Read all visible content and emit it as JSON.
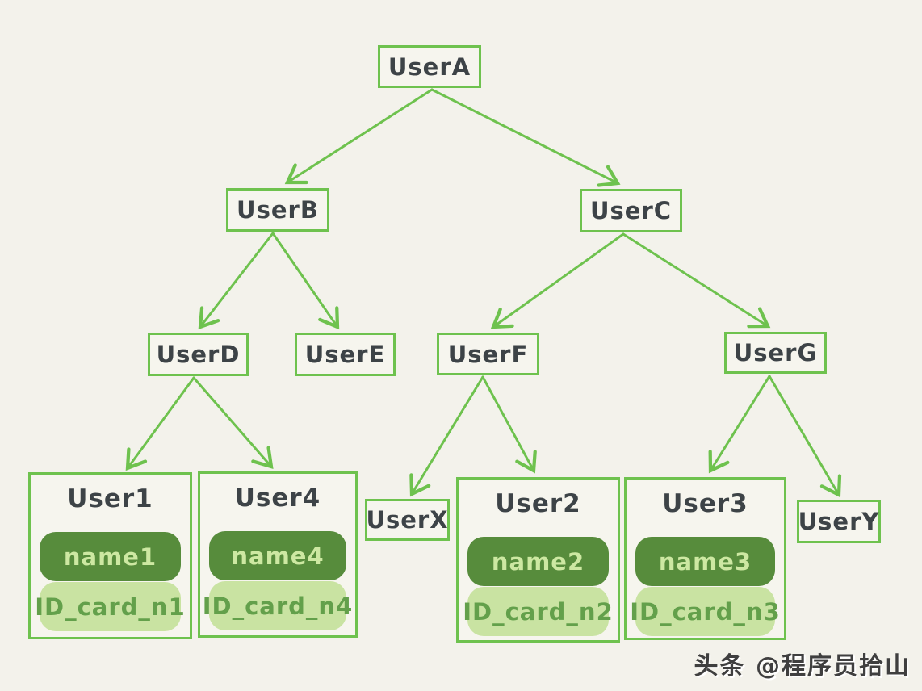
{
  "colors": {
    "background": "#f3f2eb",
    "line_green": "#6ec24e",
    "box_fill": "#f6f5ee",
    "title_text": "#3d4347",
    "chip_dark_bg": "#578c3c",
    "chip_dark_text": "#cde8a2",
    "chip_light_bg": "#c9e3a2",
    "chip_light_text": "#63a04b",
    "watermark_text": "#3f3f3f"
  },
  "nodes": {
    "userA": {
      "label": "UserA"
    },
    "userB": {
      "label": "UserB"
    },
    "userC": {
      "label": "UserC"
    },
    "userD": {
      "label": "UserD"
    },
    "userE": {
      "label": "UserE"
    },
    "userF": {
      "label": "UserF"
    },
    "userG": {
      "label": "UserG"
    },
    "userX": {
      "label": "UserX"
    },
    "userY": {
      "label": "UserY"
    },
    "user1": {
      "label": "User1",
      "name": "name1",
      "id_card": "ID_card_n1"
    },
    "user2": {
      "label": "User2",
      "name": "name2",
      "id_card": "ID_card_n2"
    },
    "user3": {
      "label": "User3",
      "name": "name3",
      "id_card": "ID_card_n3"
    },
    "user4": {
      "label": "User4",
      "name": "name4",
      "id_card": "ID_card_n4"
    }
  },
  "edges": [
    {
      "from": "UserA",
      "to": "UserB"
    },
    {
      "from": "UserA",
      "to": "UserC"
    },
    {
      "from": "UserB",
      "to": "UserD"
    },
    {
      "from": "UserB",
      "to": "UserE"
    },
    {
      "from": "UserC",
      "to": "UserF"
    },
    {
      "from": "UserC",
      "to": "UserG"
    },
    {
      "from": "UserD",
      "to": "User1"
    },
    {
      "from": "UserD",
      "to": "User4"
    },
    {
      "from": "UserF",
      "to": "UserX"
    },
    {
      "from": "UserF",
      "to": "User2"
    },
    {
      "from": "UserG",
      "to": "User3"
    },
    {
      "from": "UserG",
      "to": "UserY"
    }
  ],
  "watermark": "头条 @程序员拾山"
}
